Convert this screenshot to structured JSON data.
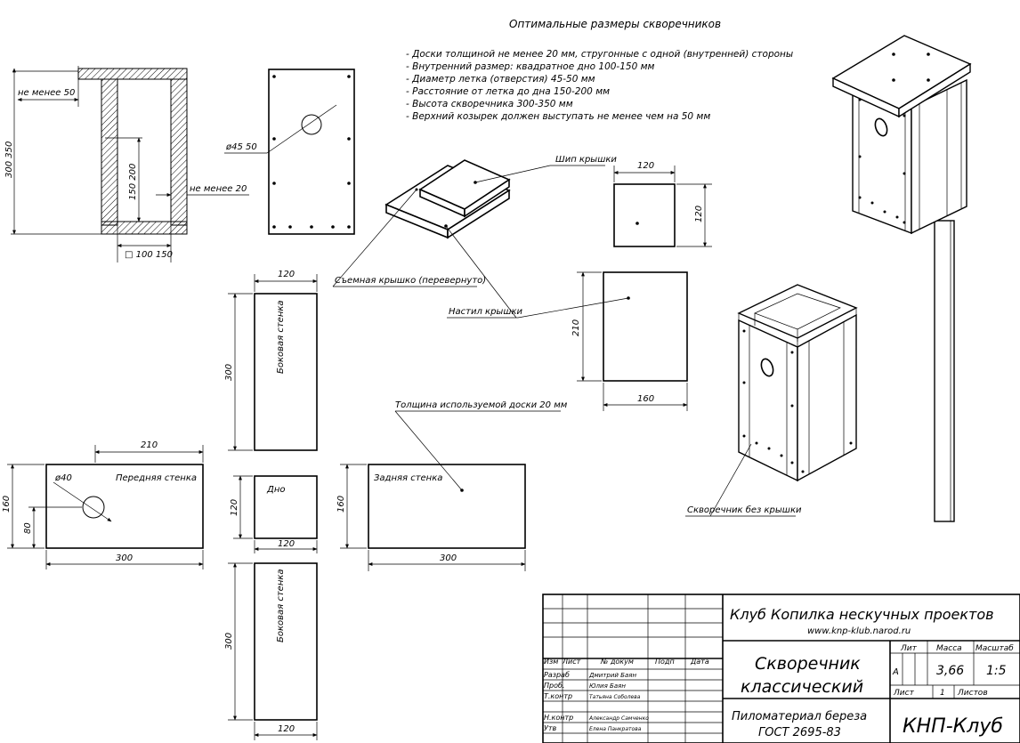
{
  "title": "Оптимальные размеры скворечников",
  "notes": [
    "- Доски толщиной не менее 20 мм, cтругонные с одной (внутренней) стороны",
    "- Внутренний размер: квадратное дно 100-150 мм",
    "- Диаметр летка (отверстия) 45-50 мм",
    "- Расстояние от летка до дна 150-200 мм",
    "- Высота скворечника 300-350 мм",
    "- Верхний козырек должен выступать не менее чем на 50 мм"
  ],
  "section": {
    "roof_overhang": "не менее 50",
    "height": "300 350",
    "hole_to_floor": "150 200",
    "wall_thickness": "не менее 20",
    "inner_size": "□ 100 150"
  },
  "front_view": {
    "hole_dia": "ø45 50"
  },
  "labels": {
    "roof_spike": "Шип крышки",
    "removable_lid": "Съемная крышко (перевернуто)",
    "lid_deck": "Настил крышки",
    "board_thickness": "Толщина используемой доски 20 мм",
    "no_lid": "Скворечник без крышки",
    "side_wall": "Боковая стенка",
    "front_wall": "Передняя стенка",
    "bottom": "Дно",
    "back_wall": "Задняя стенка"
  },
  "dims": {
    "spike_w": "120",
    "spike_h": "120",
    "deck_h": "210",
    "deck_w": "160",
    "side_top_w": "120",
    "side_top_h": "300",
    "front_top": "210",
    "front_hole": "ø40",
    "front_h": "160",
    "front_hole_y": "80",
    "front_w": "300",
    "bottom_h": "120",
    "bottom_w": "120",
    "back_h": "160",
    "back_w": "300",
    "side_bot_h": "300",
    "side_bot_w": "120"
  },
  "title_block": {
    "org": "Клуб Копилка нескучных проектов",
    "site": "www.knp-klub.narod.ru",
    "name_line1": "Скворечник",
    "name_line2": "классический",
    "material_line1": "Пиломатериал береза",
    "material_line2": "ГОСТ 2695-83",
    "stamp": "КНП-Клуб",
    "col_headers": [
      "Изм",
      "Лист",
      "№ докум",
      "Подп",
      "Дата"
    ],
    "roles": [
      "Разраб",
      "Проб.",
      "Т.контр",
      "",
      "Н.контр",
      "Утв"
    ],
    "people": [
      "Дмитрий Баян",
      "Юлия Баян",
      "Татьяна Соболева",
      "",
      "Александр Самченко",
      "Елена Панкратова"
    ],
    "lit_header": "Лит",
    "mass_header": "Масса",
    "scale_header": "Масштаб",
    "lit_value": "А",
    "mass_value": "3,66",
    "scale_value": "1:5",
    "sheet_label": "Лист",
    "sheet_value": "1",
    "sheets_label": "Листов"
  }
}
